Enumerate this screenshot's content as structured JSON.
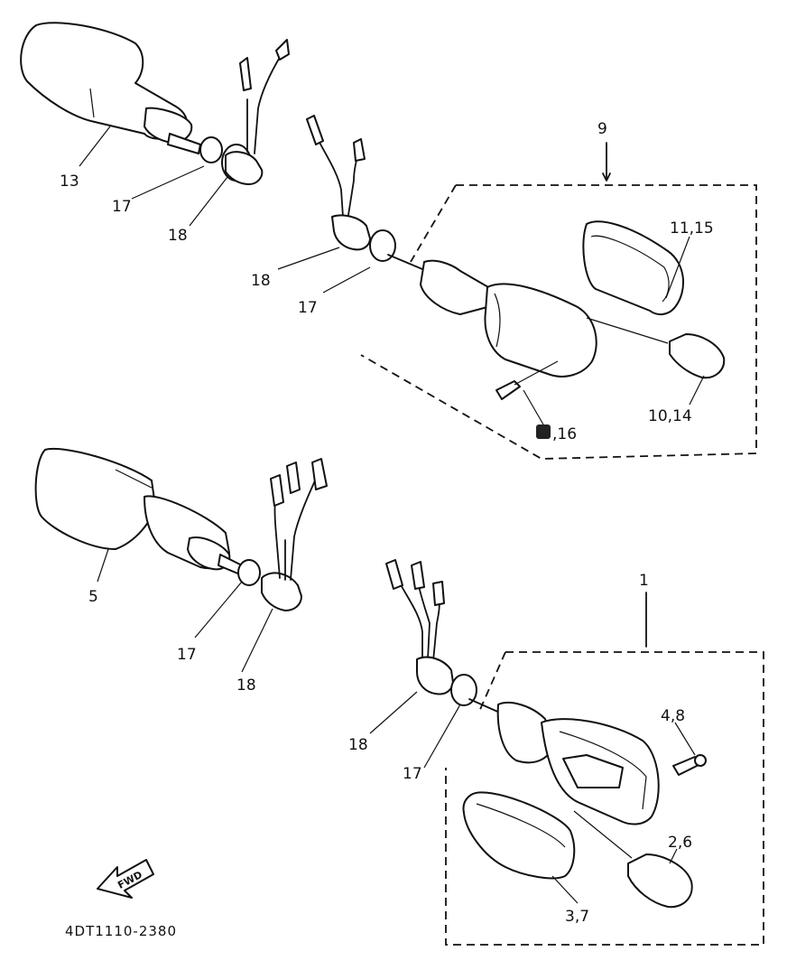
{
  "diagram": {
    "callouts": {
      "c13": "13",
      "c17a": "17",
      "c18a": "18",
      "c9": "9",
      "c11_15": "11,15",
      "c18b": "18",
      "c17b": "17",
      "c10_14": "10,14",
      "c16": ",16",
      "c5": "5",
      "c17c": "17",
      "c18c": "18",
      "c1": "1",
      "c4_8": "4,8",
      "c18d": "18",
      "c17d": "17",
      "c2_6": "2,6",
      "c3_7": "3,7"
    },
    "fwd_label": "FWD",
    "drawing_code": "4DT1110-2380"
  }
}
